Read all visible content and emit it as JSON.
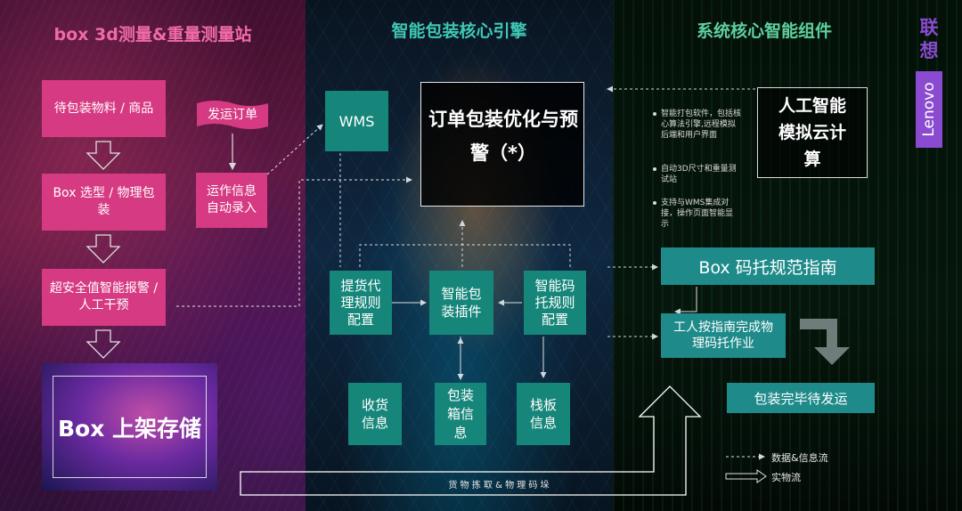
{
  "columns": {
    "left_title": "box 3d测量&重量测量站",
    "mid_title": "智能包装核心引擎",
    "right_title": "系统核心智能组件"
  },
  "left": {
    "step1": "待包装物料 / 商品",
    "step2": "Box 选型 / 物理包装",
    "step3": "超安全值智能报警 / 人工干预",
    "storage": "Box 上架存储",
    "order": "发运订单",
    "auto_entry": "运作信息自动录入"
  },
  "mid": {
    "wms": "WMS",
    "optimize": "订单包装优化与预警（*）",
    "rule_pick": "提货代理规则配置",
    "plugin": "智能包装插件",
    "rule_pallet": "智能码托规则配置",
    "info_receive": "收货信息",
    "info_box": "包装箱信息",
    "info_pallet": "栈板信息",
    "bottom_flow": "货 物 拣 取 & 物 理 码 垛"
  },
  "right": {
    "bullets": [
      "智能打包软件，包括核心算法引擎,远程模拟后端和用户界面",
      "自动3D尺寸和重量测试站",
      "支持与WMS集成对接，操作页面智能显示"
    ],
    "ai_box": "人工智能模拟云计算",
    "guide": "Box 码托规范指南",
    "worker": "工人按指南完成物理码托作业",
    "ship": "包装完毕待发运",
    "legend_data": "数据&信息流",
    "legend_physical": "实物流"
  },
  "brand": {
    "cn": "联想",
    "en": "Lenovo"
  },
  "colors": {
    "pink": "#d63a82",
    "pink_title": "#f06aa8",
    "teal": "#17867a",
    "teal_title": "#3fc7b5",
    "right_title": "#5fd0a0",
    "brand_purple": "#8a4bd0"
  }
}
